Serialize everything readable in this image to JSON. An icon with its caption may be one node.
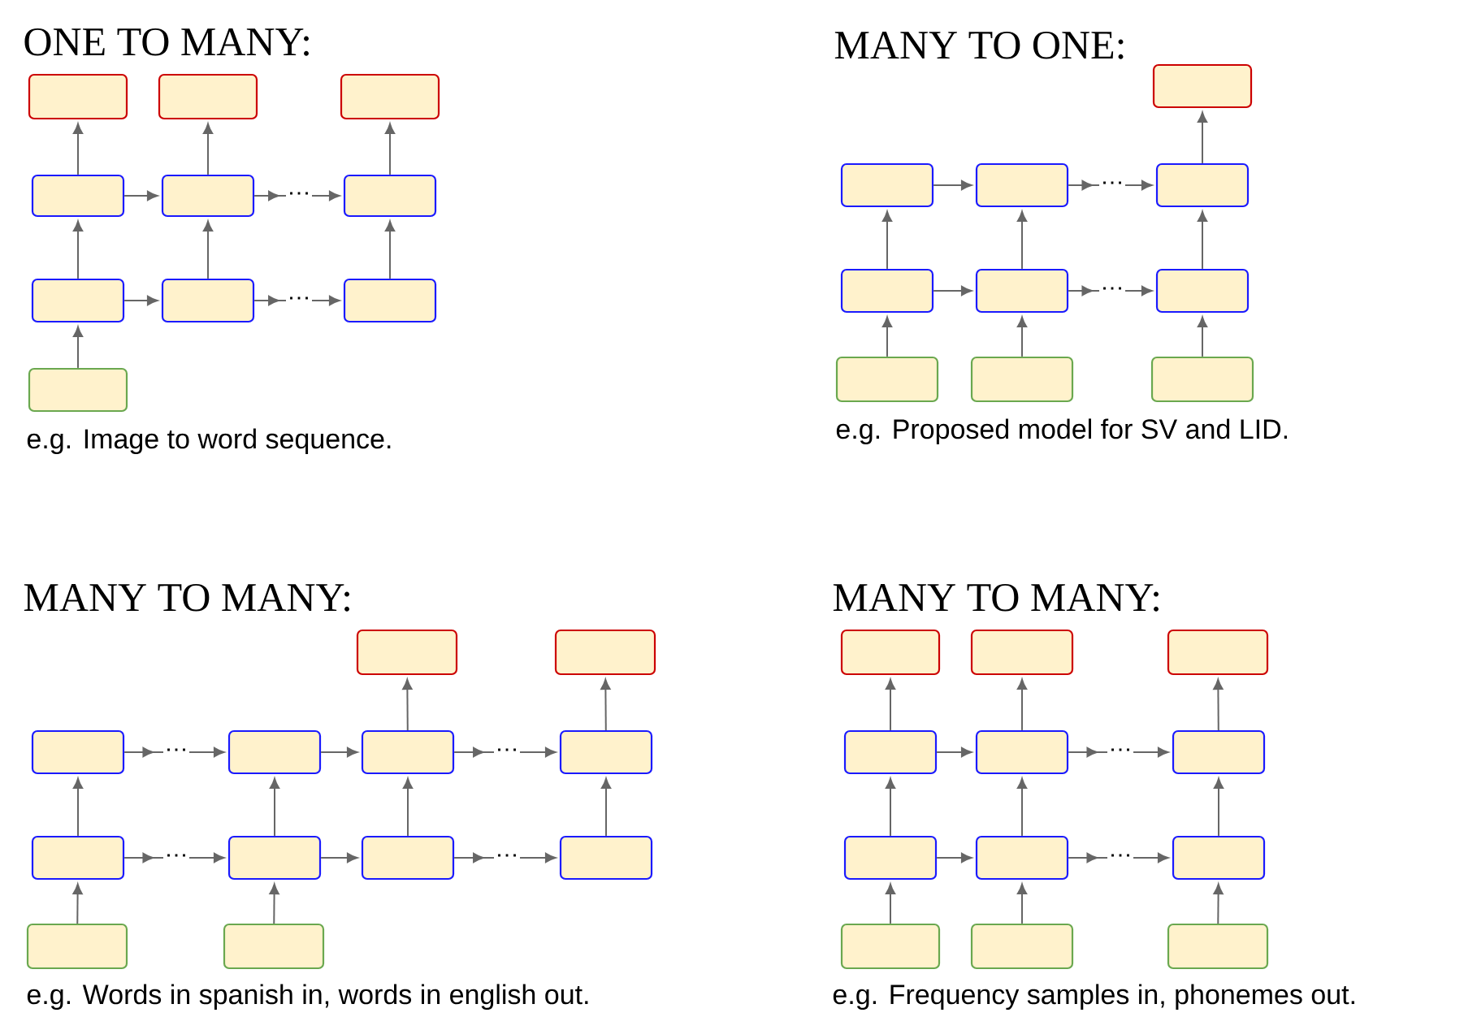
{
  "diagram": {
    "nodes": [
      {
        "text": [],
        "shape": "box"
      },
      {
        "text": [],
        "shape": "box"
      },
      {
        "text": [],
        "shape": "box"
      },
      {
        "text": [],
        "shape": "box"
      },
      {
        "text": [],
        "shape": "box"
      },
      {
        "text": [],
        "shape": "box"
      },
      {
        "text": [],
        "shape": "box"
      },
      {
        "text": [],
        "shape": "box"
      },
      {
        "text": [],
        "shape": "box"
      },
      {
        "text": [],
        "shape": "box"
      },
      {
        "text": [],
        "shape": "box"
      },
      {
        "text": [],
        "shape": "box"
      },
      {
        "text": [],
        "shape": "box"
      },
      {
        "text": [],
        "shape": "box"
      },
      {
        "text": [],
        "shape": "box"
      },
      {
        "text": [],
        "shape": "box"
      },
      {
        "text": [],
        "shape": "box"
      },
      {
        "text": [],
        "shape": "box"
      },
      {
        "text": [],
        "shape": "box"
      },
      {
        "text": [],
        "shape": "box"
      },
      {
        "text": [],
        "shape": "box"
      },
      {
        "text": [],
        "shape": "box"
      },
      {
        "text": [],
        "shape": "box"
      },
      {
        "text": [],
        "shape": "box"
      },
      {
        "text": [],
        "shape": "box"
      },
      {
        "text": [],
        "shape": "box"
      },
      {
        "text": [],
        "shape": "box"
      },
      {
        "text": [],
        "shape": "box"
      },
      {
        "text": [],
        "shape": "box"
      },
      {
        "text": [],
        "shape": "box"
      },
      {
        "text": [],
        "shape": "box"
      },
      {
        "text": [],
        "shape": "box"
      },
      {
        "text": [],
        "shape": "box"
      },
      {
        "text": [],
        "shape": "box"
      },
      {
        "text": [],
        "shape": "box"
      },
      {
        "text": [],
        "shape": "box"
      },
      {
        "text": [],
        "shape": "box"
      },
      {
        "text": [],
        "shape": "box"
      },
      {
        "text": [],
        "shape": "box"
      },
      {
        "text": [],
        "shape": "box"
      },
      {
        "text": [],
        "shape": "box"
      },
      {
        "text": [],
        "shape": "box"
      },
      {
        "text": [],
        "shape": "box"
      },
      {
        "text": [],
        "shape": "box"
      }
    ],
    "edges": [
      {
        "from": 3,
        "to": 0,
        "arrow": "to"
      },
      {
        "from": 4,
        "to": 1,
        "arrow": "to"
      },
      {
        "from": 5,
        "to": 2,
        "arrow": "to"
      },
      {
        "from": 3,
        "to": 4,
        "arrow": "to"
      },
      {
        "from": 4,
        "to": 5,
        "arrow": "to",
        "label": "…"
      },
      {
        "from": 6,
        "to": 3,
        "arrow": "to"
      },
      {
        "from": 7,
        "to": 4,
        "arrow": "to"
      },
      {
        "from": 8,
        "to": 5,
        "arrow": "to"
      },
      {
        "from": 6,
        "to": 7,
        "arrow": "to"
      },
      {
        "from": 7,
        "to": 8,
        "arrow": "to",
        "label": "…"
      },
      {
        "from": 9,
        "to": 6,
        "arrow": "to"
      },
      {
        "from": 13,
        "to": 10,
        "arrow": "to"
      },
      {
        "from": 11,
        "to": 12,
        "arrow": "to"
      },
      {
        "from": 12,
        "to": 13,
        "arrow": "to",
        "label": "…"
      },
      {
        "from": 14,
        "to": 11,
        "arrow": "to"
      },
      {
        "from": 15,
        "to": 12,
        "arrow": "to"
      },
      {
        "from": 16,
        "to": 13,
        "arrow": "to"
      },
      {
        "from": 14,
        "to": 15,
        "arrow": "to"
      },
      {
        "from": 15,
        "to": 16,
        "arrow": "to",
        "label": "…"
      },
      {
        "from": 17,
        "to": 14,
        "arrow": "to"
      },
      {
        "from": 18,
        "to": 15,
        "arrow": "to"
      },
      {
        "from": 19,
        "to": 16,
        "arrow": "to"
      },
      {
        "from": 24,
        "to": 20,
        "arrow": "to"
      },
      {
        "from": 25,
        "to": 21,
        "arrow": "to"
      },
      {
        "from": 22,
        "to": 23,
        "arrow": "to",
        "label": "…"
      },
      {
        "from": 23,
        "to": 24,
        "arrow": "to"
      },
      {
        "from": 24,
        "to": 25,
        "arrow": "to",
        "label": "…"
      },
      {
        "from": 26,
        "to": 22,
        "arrow": "to"
      },
      {
        "from": 27,
        "to": 23,
        "arrow": "to"
      },
      {
        "from": 28,
        "to": 24,
        "arrow": "to"
      },
      {
        "from": 29,
        "to": 25,
        "arrow": "to"
      },
      {
        "from": 26,
        "to": 27,
        "arrow": "to",
        "label": "…"
      },
      {
        "from": 27,
        "to": 28,
        "arrow": "to"
      },
      {
        "from": 28,
        "to": 29,
        "arrow": "to",
        "label": "…"
      },
      {
        "from": 30,
        "to": 26,
        "arrow": "to"
      },
      {
        "from": 31,
        "to": 27,
        "arrow": "to"
      },
      {
        "from": 35,
        "to": 32,
        "arrow": "to"
      },
      {
        "from": 36,
        "to": 33,
        "arrow": "to"
      },
      {
        "from": 37,
        "to": 34,
        "arrow": "to"
      },
      {
        "from": 35,
        "to": 36,
        "arrow": "to"
      },
      {
        "from": 36,
        "to": 37,
        "arrow": "to",
        "label": "…"
      },
      {
        "from": 38,
        "to": 35,
        "arrow": "to"
      },
      {
        "from": 39,
        "to": 36,
        "arrow": "to"
      },
      {
        "from": 40,
        "to": 37,
        "arrow": "to"
      },
      {
        "from": 38,
        "to": 39,
        "arrow": "to"
      },
      {
        "from": 39,
        "to": 40,
        "arrow": "to",
        "label": "…"
      },
      {
        "from": 41,
        "to": 38,
        "arrow": "to"
      },
      {
        "from": 42,
        "to": 39,
        "arrow": "to"
      },
      {
        "from": 43,
        "to": 40,
        "arrow": "to"
      }
    ],
    "labels": [
      "ONE TO MANY:",
      "e.g. Image to word sequence.",
      "MANY TO ONE:",
      "e.g. Proposed model for SV and LID.",
      "MANY TO MANY:",
      "e.g. Words in spanish in, words in english out.",
      "MANY TO MANY:",
      "e.g. Frequency samples in, phonemes out."
    ]
  }
}
